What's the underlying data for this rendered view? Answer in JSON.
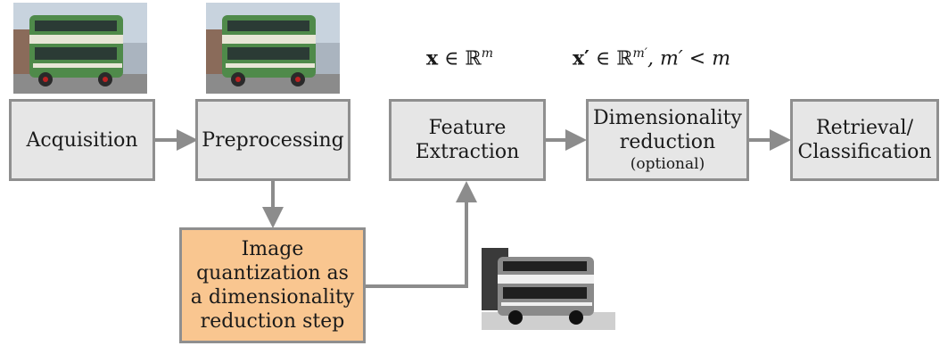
{
  "boxes": {
    "acquisition": "Acquisition",
    "preprocessing": "Preprocessing",
    "feature_line1": "Feature",
    "feature_line2": "Extraction",
    "dimred_line1": "Dimensionality",
    "dimred_line2": "reduction",
    "dimred_optional": "(optional)",
    "retrieval_line1": "Retrieval/",
    "retrieval_line2": "Classification",
    "quant_line1": "Image",
    "quant_line2": "quantization as",
    "quant_line3": "a dimensionality",
    "quant_line4": "reduction step"
  },
  "formulas": {
    "feature_x": "x",
    "feature_in": " ∈ ℝ",
    "feature_sup": "m",
    "dimred_x": "x′",
    "dimred_in": " ∈ ℝ",
    "dimred_sup": "m′",
    "dimred_cond": ", m′ < m"
  },
  "images": {
    "bus_color_icon": "bus-photo",
    "bus_gray_icon": "bus-photo-grayscale"
  },
  "colors": {
    "box_fill": "#e6e6e6",
    "box_border": "#8f8f8f",
    "quantization_fill": "#f9c690",
    "arrow": "#8c8c8c"
  }
}
